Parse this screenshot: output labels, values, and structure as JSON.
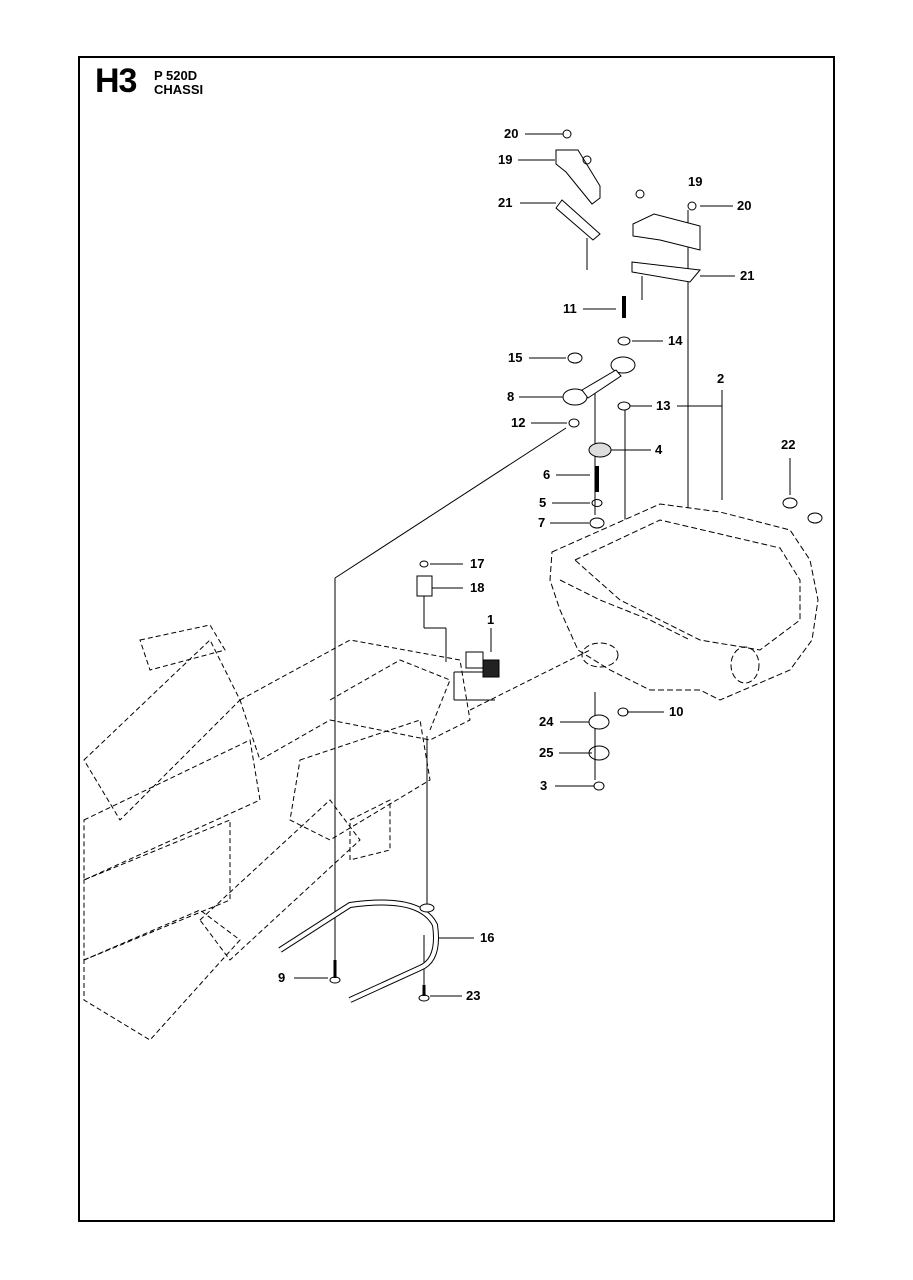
{
  "header": {
    "section_code": "H3",
    "model": "P 520D",
    "section_name": "CHASSI"
  },
  "callouts": [
    {
      "id": "20a",
      "label": "20"
    },
    {
      "id": "19a",
      "label": "19"
    },
    {
      "id": "21a",
      "label": "21"
    },
    {
      "id": "19b",
      "label": "19"
    },
    {
      "id": "20b",
      "label": "20"
    },
    {
      "id": "21b",
      "label": "21"
    },
    {
      "id": "11",
      "label": "11"
    },
    {
      "id": "14",
      "label": "14"
    },
    {
      "id": "15",
      "label": "15"
    },
    {
      "id": "8",
      "label": "8"
    },
    {
      "id": "13",
      "label": "13"
    },
    {
      "id": "2",
      "label": "2"
    },
    {
      "id": "12",
      "label": "12"
    },
    {
      "id": "4",
      "label": "4"
    },
    {
      "id": "22",
      "label": "22"
    },
    {
      "id": "6",
      "label": "6"
    },
    {
      "id": "5",
      "label": "5"
    },
    {
      "id": "7",
      "label": "7"
    },
    {
      "id": "17",
      "label": "17"
    },
    {
      "id": "18",
      "label": "18"
    },
    {
      "id": "1",
      "label": "1"
    },
    {
      "id": "24",
      "label": "24"
    },
    {
      "id": "10",
      "label": "10"
    },
    {
      "id": "25",
      "label": "25"
    },
    {
      "id": "3",
      "label": "3"
    },
    {
      "id": "16",
      "label": "16"
    },
    {
      "id": "9",
      "label": "9"
    },
    {
      "id": "23",
      "label": "23"
    }
  ]
}
